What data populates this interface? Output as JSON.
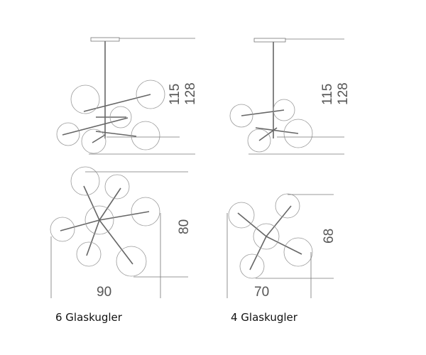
{
  "variants": [
    {
      "caption": "6 Glaskugler",
      "height_short": "115",
      "height_long": "128",
      "depth": "80",
      "width": "90"
    },
    {
      "caption": "4 Glaskugler",
      "height_short": "115",
      "height_long": "128",
      "depth": "68",
      "width": "70"
    }
  ]
}
